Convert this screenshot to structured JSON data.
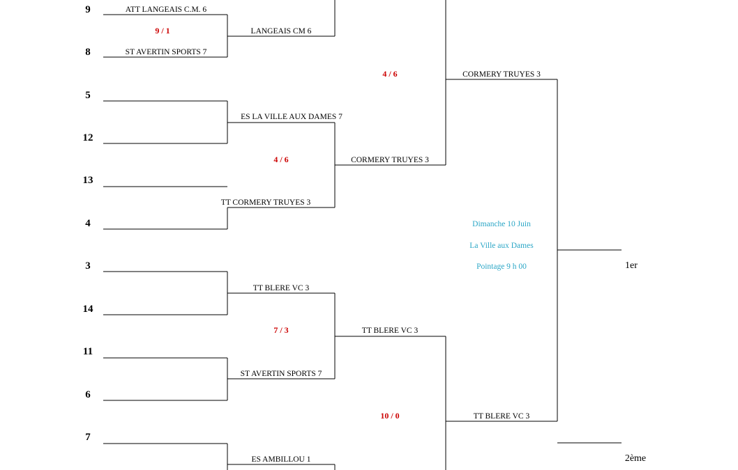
{
  "seeds": [
    "9",
    "8",
    "5",
    "12",
    "13",
    "4",
    "3",
    "14",
    "11",
    "6",
    "7"
  ],
  "teams": {
    "r1": [
      "ATT LANGEAIS C.M. 6",
      "ST AVERTIN SPORTS 7"
    ],
    "r2": [
      "LANGEAIS CM 6",
      "ES LA VILLE AUX DAMES 7",
      "TT CORMERY TRUYES 3",
      "TT BLERE VC 3",
      "ST AVERTIN SPORTS 7",
      "ES AMBILLOU 1"
    ],
    "r3": [
      "CORMERY TRUYES 3",
      "TT BLERE VC 3"
    ],
    "r4": [
      "CORMERY TRUYES 3",
      "TT BLERE VC 3"
    ]
  },
  "scores": [
    "9 / 1",
    "4 / 6",
    "4 / 6",
    "7 / 3",
    "10 / 0"
  ],
  "info": {
    "date": "Dimanche 10 Juin",
    "venue": "La Ville aux Dames",
    "checkin": "Pointage 9 h 00"
  },
  "places": {
    "first": "1er",
    "second": "2ème"
  }
}
